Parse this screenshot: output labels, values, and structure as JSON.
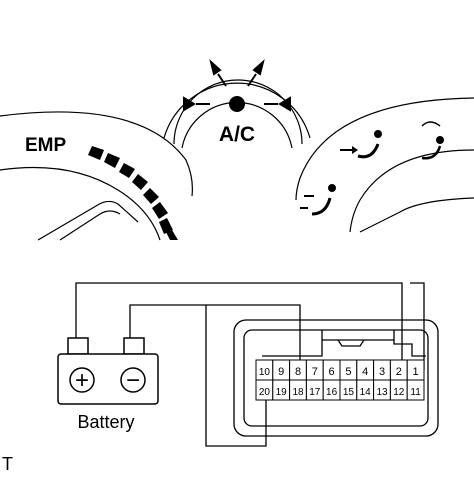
{
  "panel": {
    "temp_label": "EMP",
    "ac_label": "A/C"
  },
  "connector": {
    "top_row": [
      "10",
      "9",
      "8",
      "7",
      "6",
      "5",
      "4",
      "3",
      "2",
      "1"
    ],
    "bottom_row": [
      "20",
      "19",
      "18",
      "17",
      "16",
      "15",
      "14",
      "13",
      "12",
      "11"
    ]
  },
  "battery": {
    "label": "Battery",
    "positive_symbol": "+",
    "negative_symbol": "−"
  },
  "corner_mark": "T",
  "icons": [
    "ac-indicator-icon",
    "vent-face-icon",
    "vent-bilevel-icon",
    "defrost-icon",
    "battery-icon",
    "connector-icon"
  ]
}
